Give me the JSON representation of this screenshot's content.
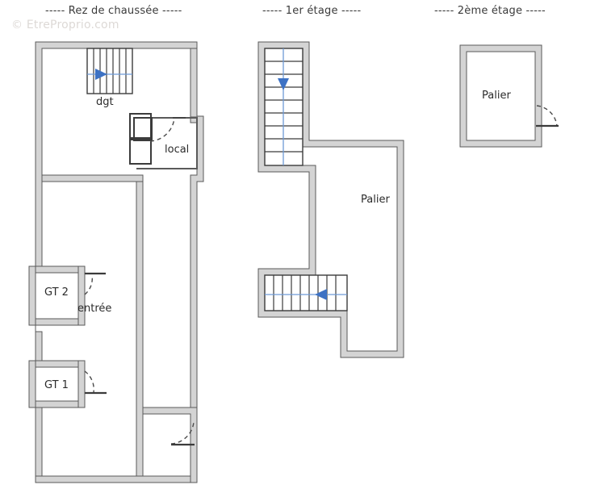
{
  "document": {
    "type": "architectural-floor-plan",
    "watermark": "© EtreProprio.com",
    "background_color": "#ffffff",
    "wall_fill_color": "#d4d4d4",
    "wall_stroke_color": "#5a5a5a",
    "stair_arrow_color": "#3d72c4",
    "stair_line_color": "#2b2b2b",
    "door_swing_color": "#4a4a4a",
    "text_color": "#2b2b2b"
  },
  "floors": [
    {
      "id": "rez-de-chaussee",
      "title": "----- Rez de chaussée -----",
      "title_text": "Rez de chaussée",
      "rooms": [
        {
          "id": "dgt",
          "label": "dgt"
        },
        {
          "id": "local",
          "label": "local"
        },
        {
          "id": "gt2",
          "label": "GT 2"
        },
        {
          "id": "entree",
          "label": "entrée"
        },
        {
          "id": "gt1",
          "label": "GT 1"
        }
      ],
      "stairs": [
        {
          "id": "stair-dgt",
          "direction": "right",
          "steps": 7,
          "orientation": "vertical-treads"
        }
      ],
      "doors": [
        {
          "id": "door-local",
          "swing": "arc"
        },
        {
          "id": "door-entree",
          "swing": "arc"
        },
        {
          "id": "door-gt1",
          "swing": "arc"
        },
        {
          "id": "door-south",
          "swing": "arc"
        }
      ]
    },
    {
      "id": "1er-etage",
      "title": "----- 1er étage -----",
      "title_text": "1er étage",
      "rooms": [
        {
          "id": "palier-1",
          "label": "Palier"
        }
      ],
      "stairs": [
        {
          "id": "stair-up",
          "direction": "down",
          "steps": 9,
          "orientation": "horizontal-treads"
        },
        {
          "id": "stair-down",
          "direction": "left",
          "steps": 9,
          "orientation": "vertical-treads"
        }
      ],
      "doors": []
    },
    {
      "id": "2eme-etage",
      "title": "----- 2ème étage -----",
      "title_text": "2ème étage",
      "rooms": [
        {
          "id": "palier-2",
          "label": "Palier"
        }
      ],
      "stairs": [],
      "doors": [
        {
          "id": "door-palier2",
          "swing": "arc"
        }
      ]
    }
  ]
}
